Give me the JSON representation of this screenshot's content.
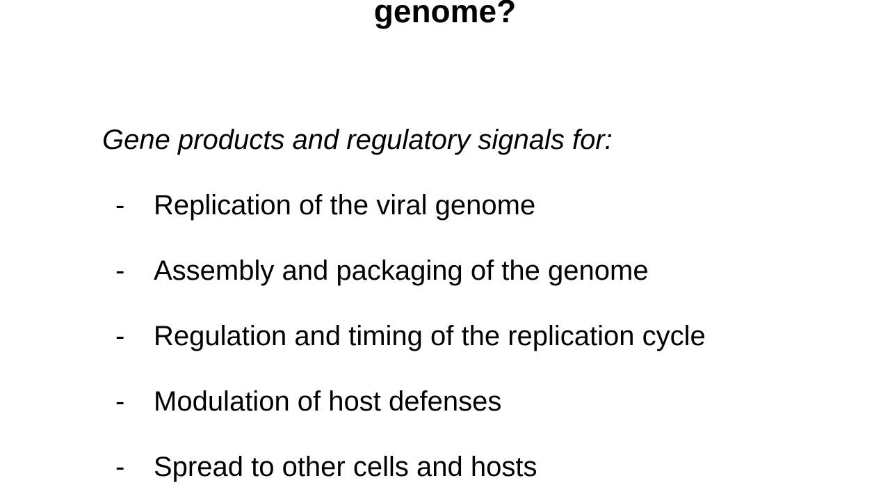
{
  "slide": {
    "title": "genome?",
    "subtitle": "Gene products and regulatory signals for:",
    "bullet_marker": "-",
    "items": [
      {
        "text": "Replication of the viral genome"
      },
      {
        "text": "Assembly and packaging of the genome"
      },
      {
        "text": "Regulation and timing of the replication cycle"
      },
      {
        "text": "Modulation of host defenses"
      },
      {
        "text": "Spread to other cells and hosts"
      }
    ]
  }
}
